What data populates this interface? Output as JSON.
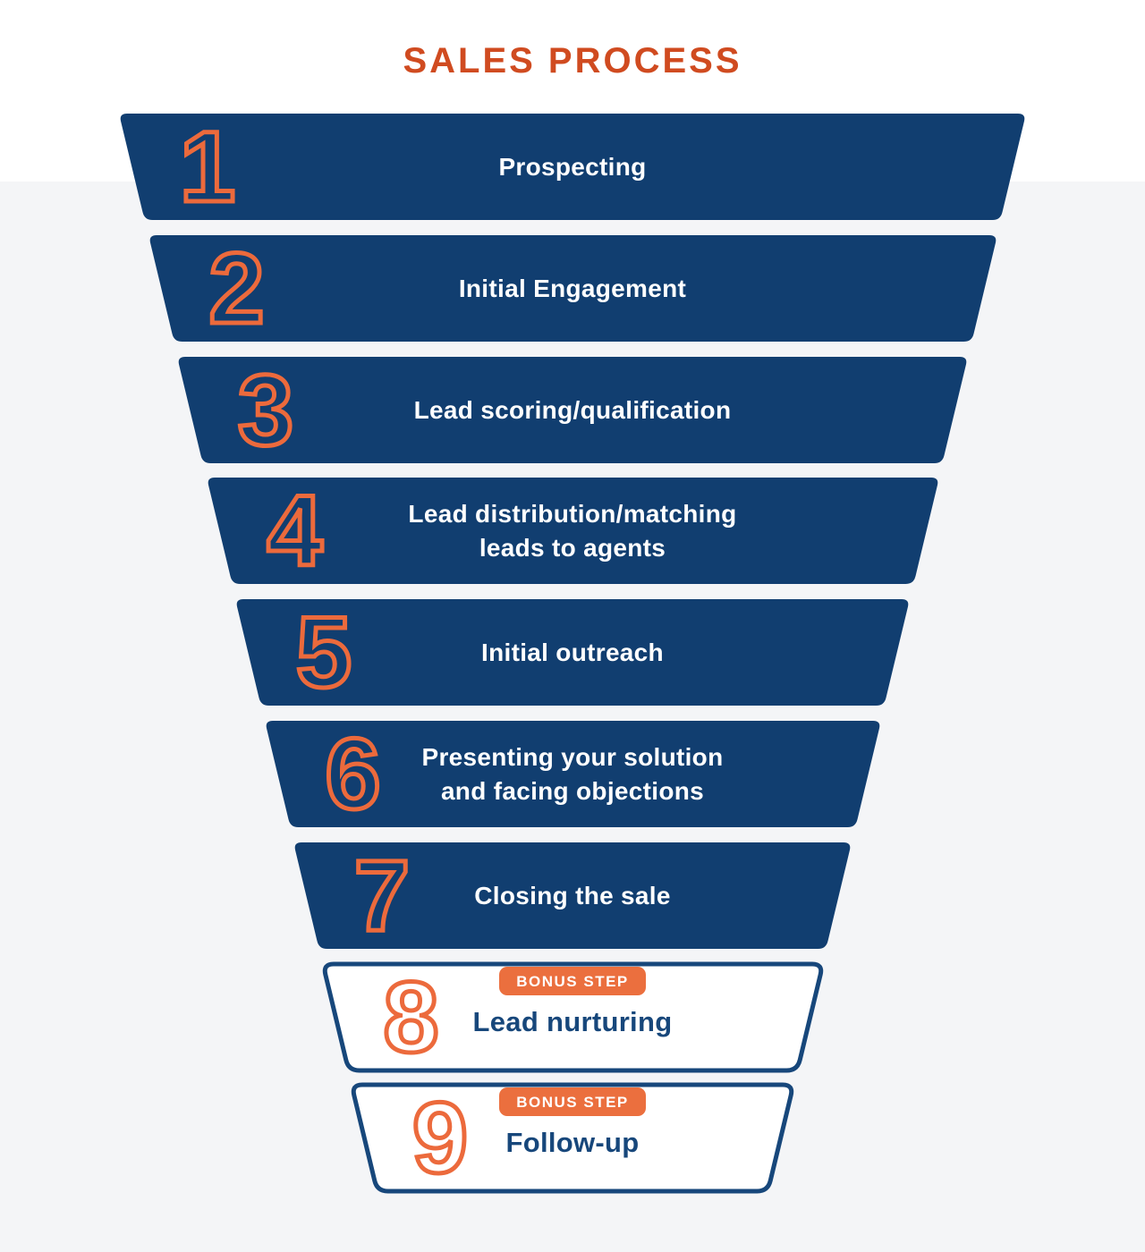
{
  "page": {
    "title": "SALES PROCESS",
    "colors": {
      "title_orange": "#d04b20",
      "step_blue": "#113e70",
      "bonus_border_blue": "#17477b",
      "number_outline_orange": "#ec6a3c",
      "badge_orange": "#eb6f3e",
      "background_gray": "#f4f5f7",
      "background_white": "#ffffff"
    }
  },
  "funnel": {
    "steps": [
      {
        "number": "1",
        "label": "Prospecting",
        "type": "main"
      },
      {
        "number": "2",
        "label": "Initial Engagement",
        "type": "main"
      },
      {
        "number": "3",
        "label": "Lead scoring/qualification",
        "type": "main"
      },
      {
        "number": "4",
        "label": "Lead distribution/matching\nleads to agents",
        "type": "main"
      },
      {
        "number": "5",
        "label": "Initial outreach",
        "type": "main"
      },
      {
        "number": "6",
        "label": "Presenting your solution\nand facing objections",
        "type": "main"
      },
      {
        "number": "7",
        "label": "Closing the sale",
        "type": "main"
      },
      {
        "number": "8",
        "label": "Lead nurturing",
        "type": "bonus",
        "badge": "BONUS STEP"
      },
      {
        "number": "9",
        "label": "Follow-up",
        "type": "bonus",
        "badge": "BONUS STEP"
      }
    ]
  }
}
